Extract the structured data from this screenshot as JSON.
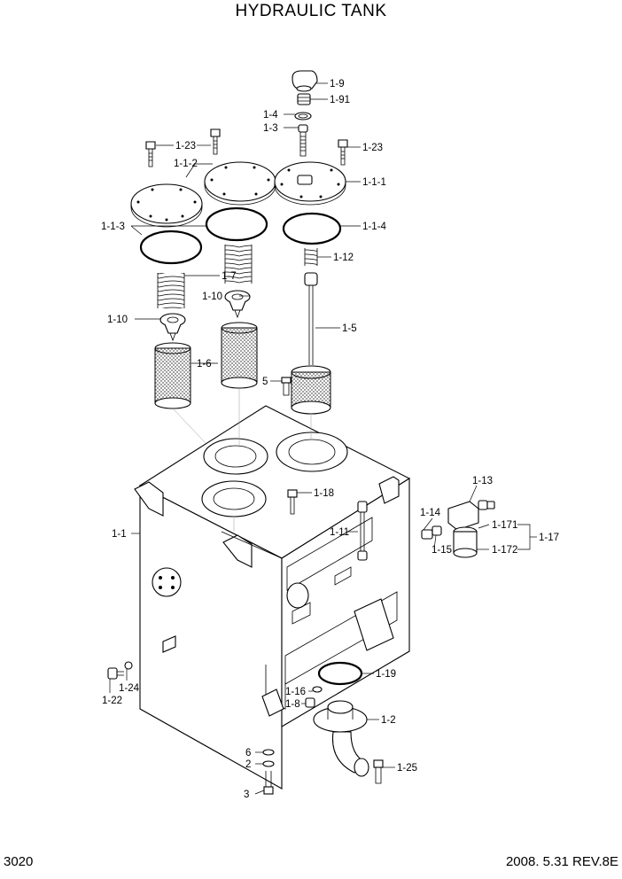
{
  "title": "HYDRAULIC TANK",
  "page_number": "3020",
  "revision": "2008. 5.31 REV.8E",
  "callouts": {
    "c1_9": "1-9",
    "c1_91": "1-91",
    "c1_4": "1-4",
    "c1_3": "1-3",
    "c1_23a": "1-23",
    "c1_23b": "1-23",
    "c1_1_2": "1-1-2",
    "c1_1_1": "1-1-1",
    "c1_1_3": "1-1-3",
    "c1_1_4": "1-1-4",
    "c1_12": "1-12",
    "c1_7": "1-7",
    "c1_10a": "1-10",
    "c1_10b": "1-10",
    "c1_5": "1-5",
    "c1_6": "1-6",
    "c5": "5",
    "c1_13": "1-13",
    "c1_18": "1-18",
    "c1_14": "1-14",
    "c1_171": "1-171",
    "c1_17": "1-17",
    "c1_1": "1-1",
    "c1_11": "1-11",
    "c1_15": "1-15",
    "c1_172": "1-172",
    "c1_19": "1-19",
    "c1_24": "1-24",
    "c1_22": "1-22",
    "c1_16": "1-16",
    "c1_8": "1-8",
    "c1_2": "1-2",
    "c6": "6",
    "c2": "2",
    "c1_25": "1-25",
    "c3": "3"
  }
}
